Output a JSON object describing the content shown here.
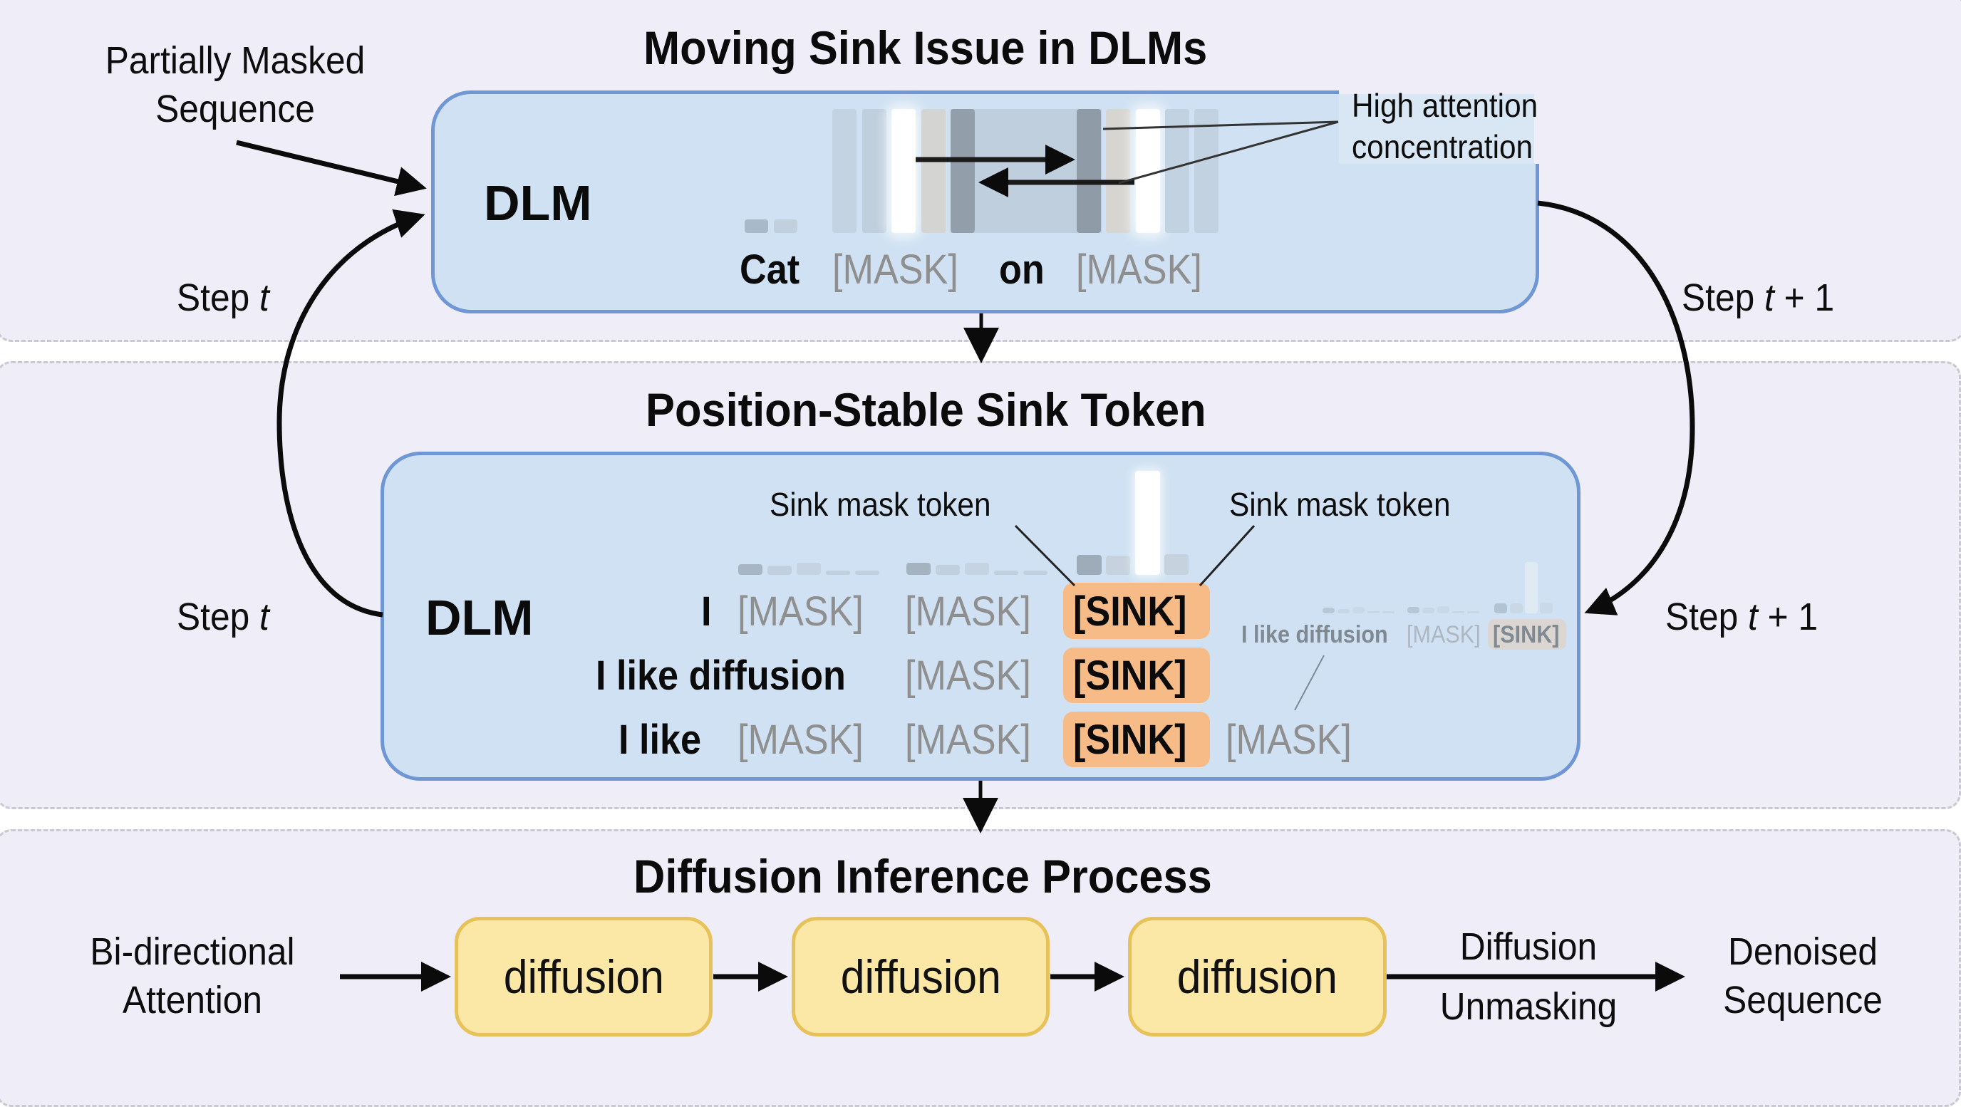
{
  "top_panel": {
    "title": "Moving Sink Issue in DLMs",
    "input_label_line1": "Partially Masked",
    "input_label_line2": "Sequence",
    "model_label": "DLM",
    "annotation_line1": "High attention",
    "annotation_line2": "concentration",
    "tokens": [
      {
        "text": "Cat",
        "kind": "word"
      },
      {
        "text": "[MASK]",
        "kind": "mask"
      },
      {
        "text": "on",
        "kind": "word"
      },
      {
        "text": "[MASK]",
        "kind": "mask"
      }
    ],
    "step_left": {
      "prefix": "Step ",
      "var": "t",
      "suffix": ""
    },
    "step_right": {
      "prefix": "Step ",
      "var": "t",
      "suffix": " + 1"
    }
  },
  "middle_panel": {
    "title": "Position-Stable Sink Token",
    "model_label": "DLM",
    "callout_left": "Sink mask token",
    "callout_right": "Sink mask token",
    "rows": [
      {
        "prefix": "I",
        "tokens": [
          "[MASK]",
          "[MASK]"
        ],
        "sink": "[SINK]",
        "suffix": ""
      },
      {
        "prefix": "I like diffusion",
        "tokens": [
          "[MASK]"
        ],
        "sink": "[SINK]",
        "suffix": ""
      },
      {
        "prefix": "I like",
        "tokens": [
          "[MASK]",
          "[MASK]"
        ],
        "sink": "[SINK]",
        "suffix": "[MASK]"
      }
    ],
    "ghost_row": {
      "prefix": "I like diffusion",
      "mask": "[MASK]",
      "sink": "[SINK]"
    },
    "step_left": {
      "prefix": "Step ",
      "var": "t",
      "suffix": ""
    },
    "step_right": {
      "prefix": "Step ",
      "var": "t",
      "suffix": " + 1"
    }
  },
  "bottom_panel": {
    "title": "Diffusion Inference Process",
    "input_line1": "Bi-directional",
    "input_line2": "Attention",
    "steps": [
      "diffusion",
      "diffusion",
      "diffusion"
    ],
    "edge_label_top": "Diffusion",
    "edge_label_bottom": "Unmasking",
    "output_line1": "Denoised",
    "output_line2": "Sequence"
  },
  "colors": {
    "panel_bg": "#efedf7",
    "dlm_fill": "#cfe1f2",
    "dlm_border": "#6f97d6",
    "sink_fill": "#f6bb86",
    "diffusion_fill": "#fbe7a6",
    "diffusion_border": "#e7c25a",
    "mask_text": "#8f8f8f"
  }
}
